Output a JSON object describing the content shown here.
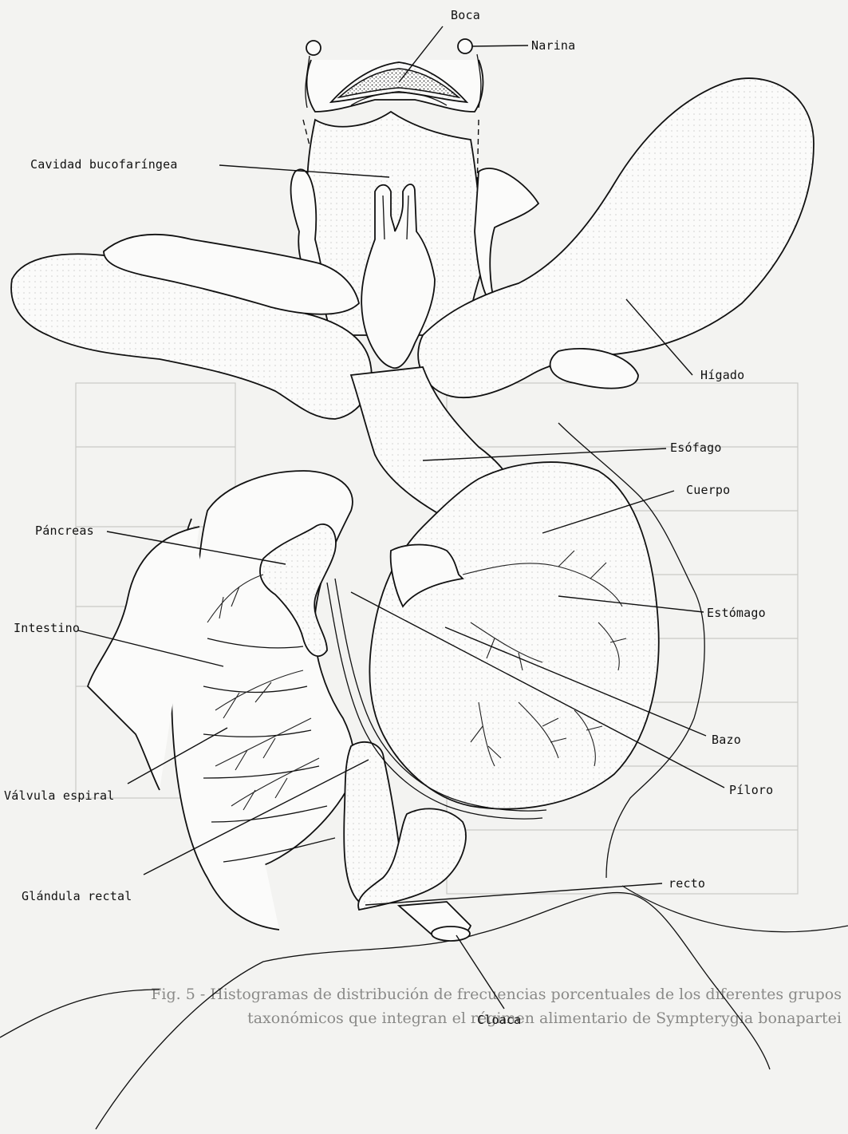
{
  "labels": {
    "boca": "Boca",
    "narina": "Narina",
    "cavidad": "Cavidad bucofaríngea",
    "higado": "Hígado",
    "esofago": "Esófago",
    "cuerpo": "Cuerpo",
    "pancreas": "Páncreas",
    "estomago": "Estómago",
    "intestino": "Intestino",
    "bazo": "Bazo",
    "valvula": "Válvula espiral",
    "piloro": "Píloro",
    "glandula": "Glándula rectal",
    "recto": "recto",
    "cloaca": "Cloaca"
  },
  "bleed_through": {
    "caption_line1": "Fig. 5 - Histogramas de distribución de frecuencias porcentuales de los diferentes grupos",
    "caption_line2": "taxonómicos que integran el régimen alimentario de Sympterygia bonapartei"
  }
}
